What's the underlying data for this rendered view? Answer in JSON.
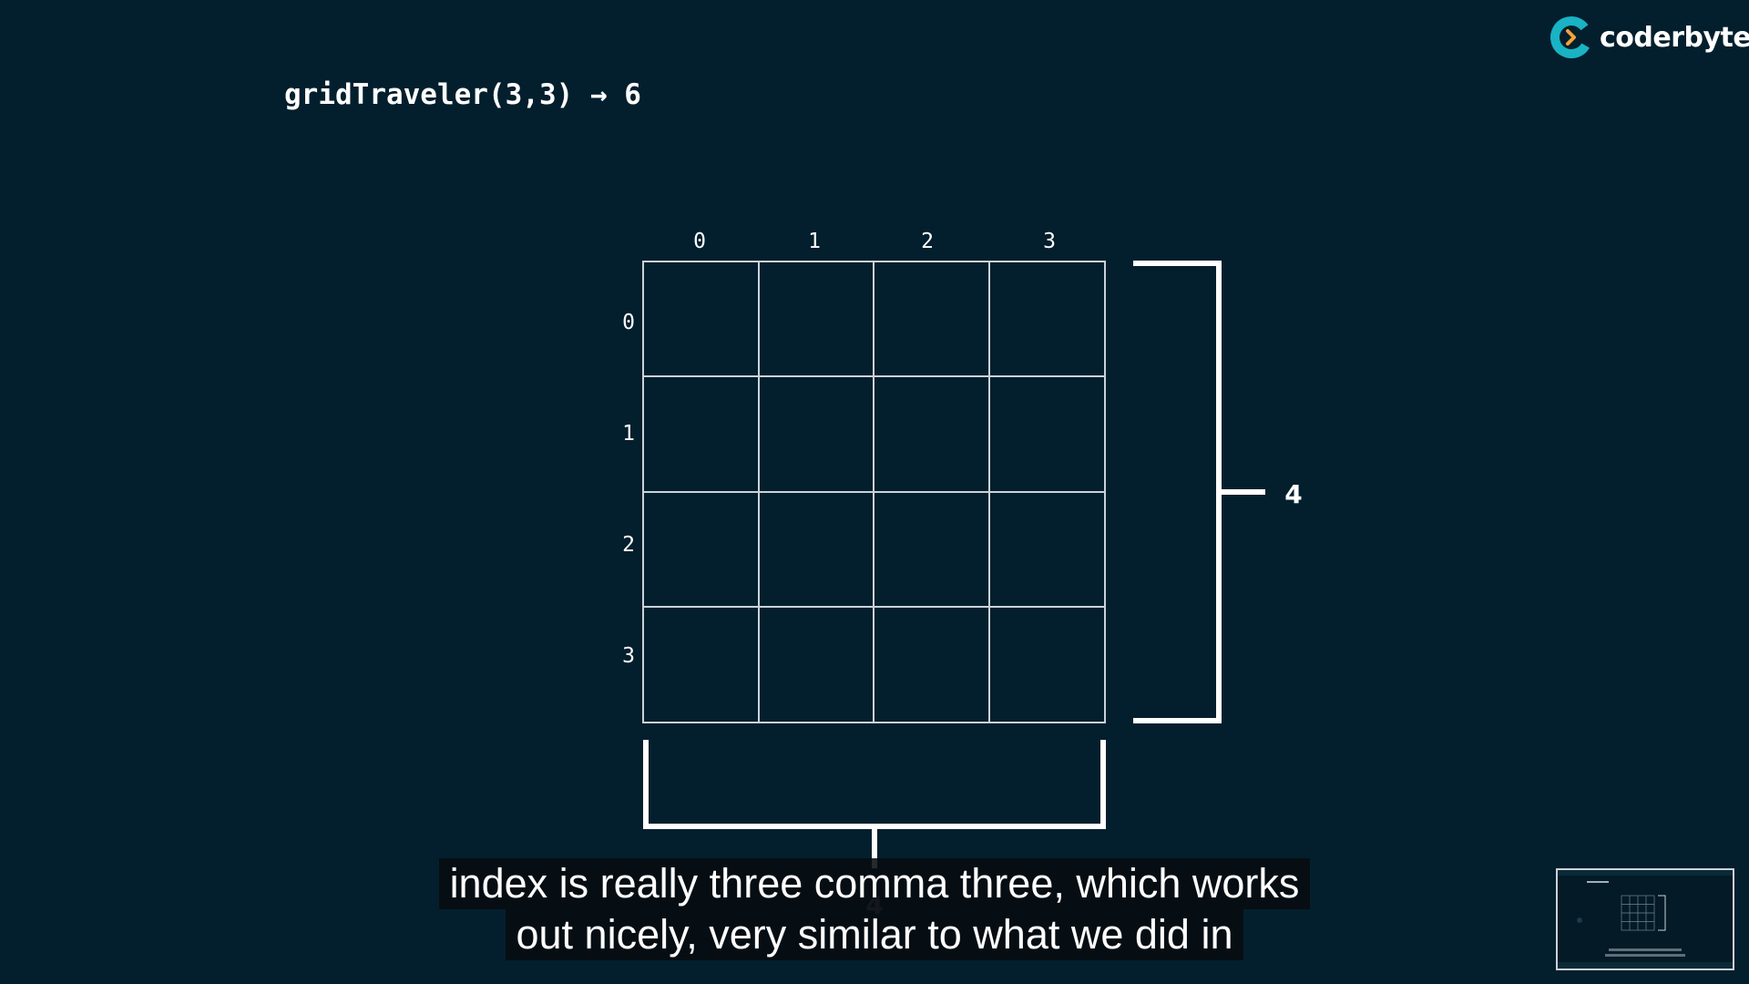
{
  "logo": {
    "text": "coderbyte",
    "accent_color": "#19b3c4",
    "chevron_color": "#f2a33a"
  },
  "title": {
    "function_call": "gridTraveler(3,3)",
    "arrow": "→",
    "result": "6"
  },
  "grid": {
    "column_indices": [
      "0",
      "1",
      "2",
      "3"
    ],
    "row_indices": [
      "0",
      "1",
      "2",
      "3"
    ],
    "height_label": "4",
    "width_label": "4"
  },
  "subtitles": {
    "line1": "index is really three comma three, which works",
    "line2": "out nicely, very similar to what we did in"
  },
  "colors": {
    "background": "#031f2d",
    "grid_line": "#c9d3d9",
    "bracket": "#ffffff"
  }
}
